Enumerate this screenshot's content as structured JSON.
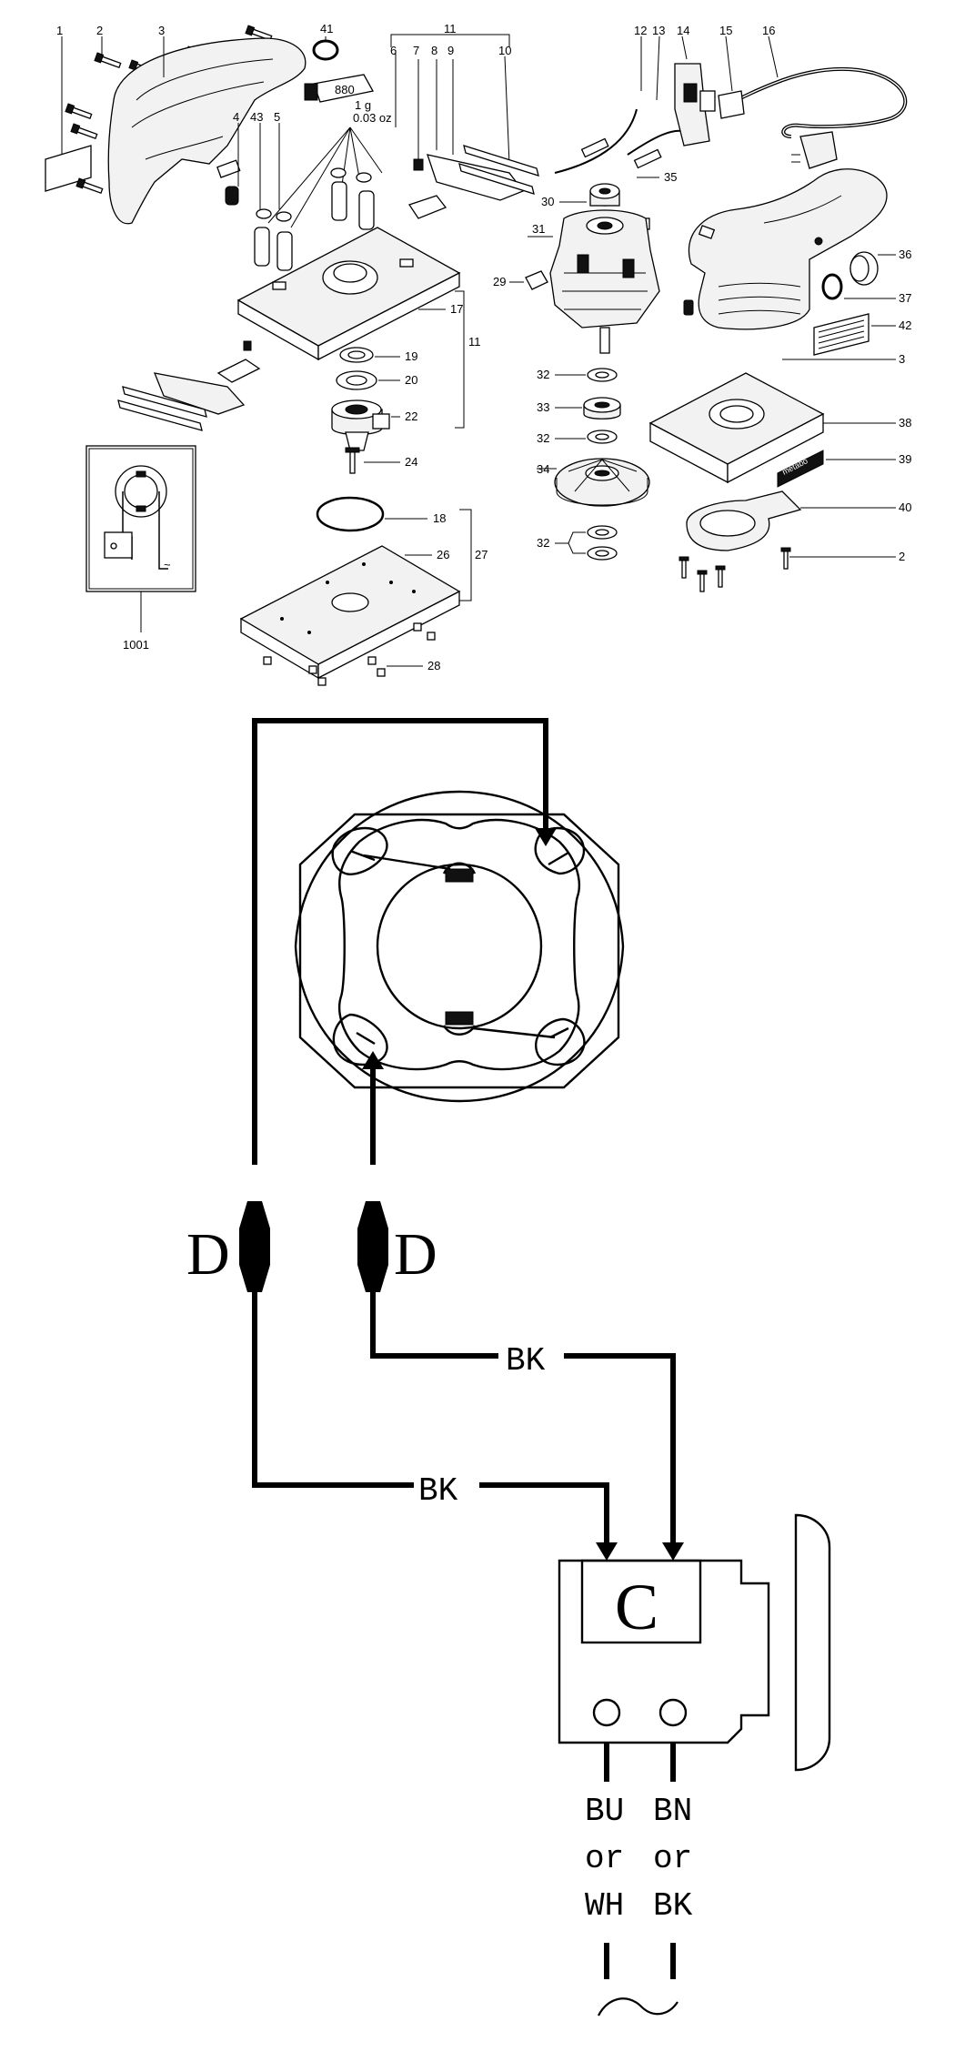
{
  "exploded_view": {
    "callouts": [
      "1",
      "2",
      "3",
      "41",
      "11",
      "6",
      "7",
      "8",
      "9",
      "10",
      "12",
      "13",
      "14",
      "15",
      "16",
      "4",
      "43",
      "5",
      "17",
      "11",
      "19",
      "20",
      "22",
      "24",
      "18",
      "26",
      "27",
      "28",
      "30",
      "31",
      "29",
      "32",
      "33",
      "32",
      "34",
      "32",
      "36",
      "37",
      "42",
      "3",
      "38",
      "39",
      "40",
      "2",
      "35",
      "1001"
    ],
    "grease_label": "880",
    "grease_qty_g": "1 g",
    "grease_qty_oz": "0.03 oz",
    "brand_label": "metabo"
  },
  "wiring": {
    "connector_left": "D",
    "connector_right": "D",
    "wire_upper": "BK",
    "wire_lower": "BK",
    "switch_label": "C",
    "terminal_left": [
      "BU",
      "or",
      "WH"
    ],
    "terminal_right": [
      "BN",
      "or",
      "BK"
    ],
    "ac_symbol": "~"
  }
}
